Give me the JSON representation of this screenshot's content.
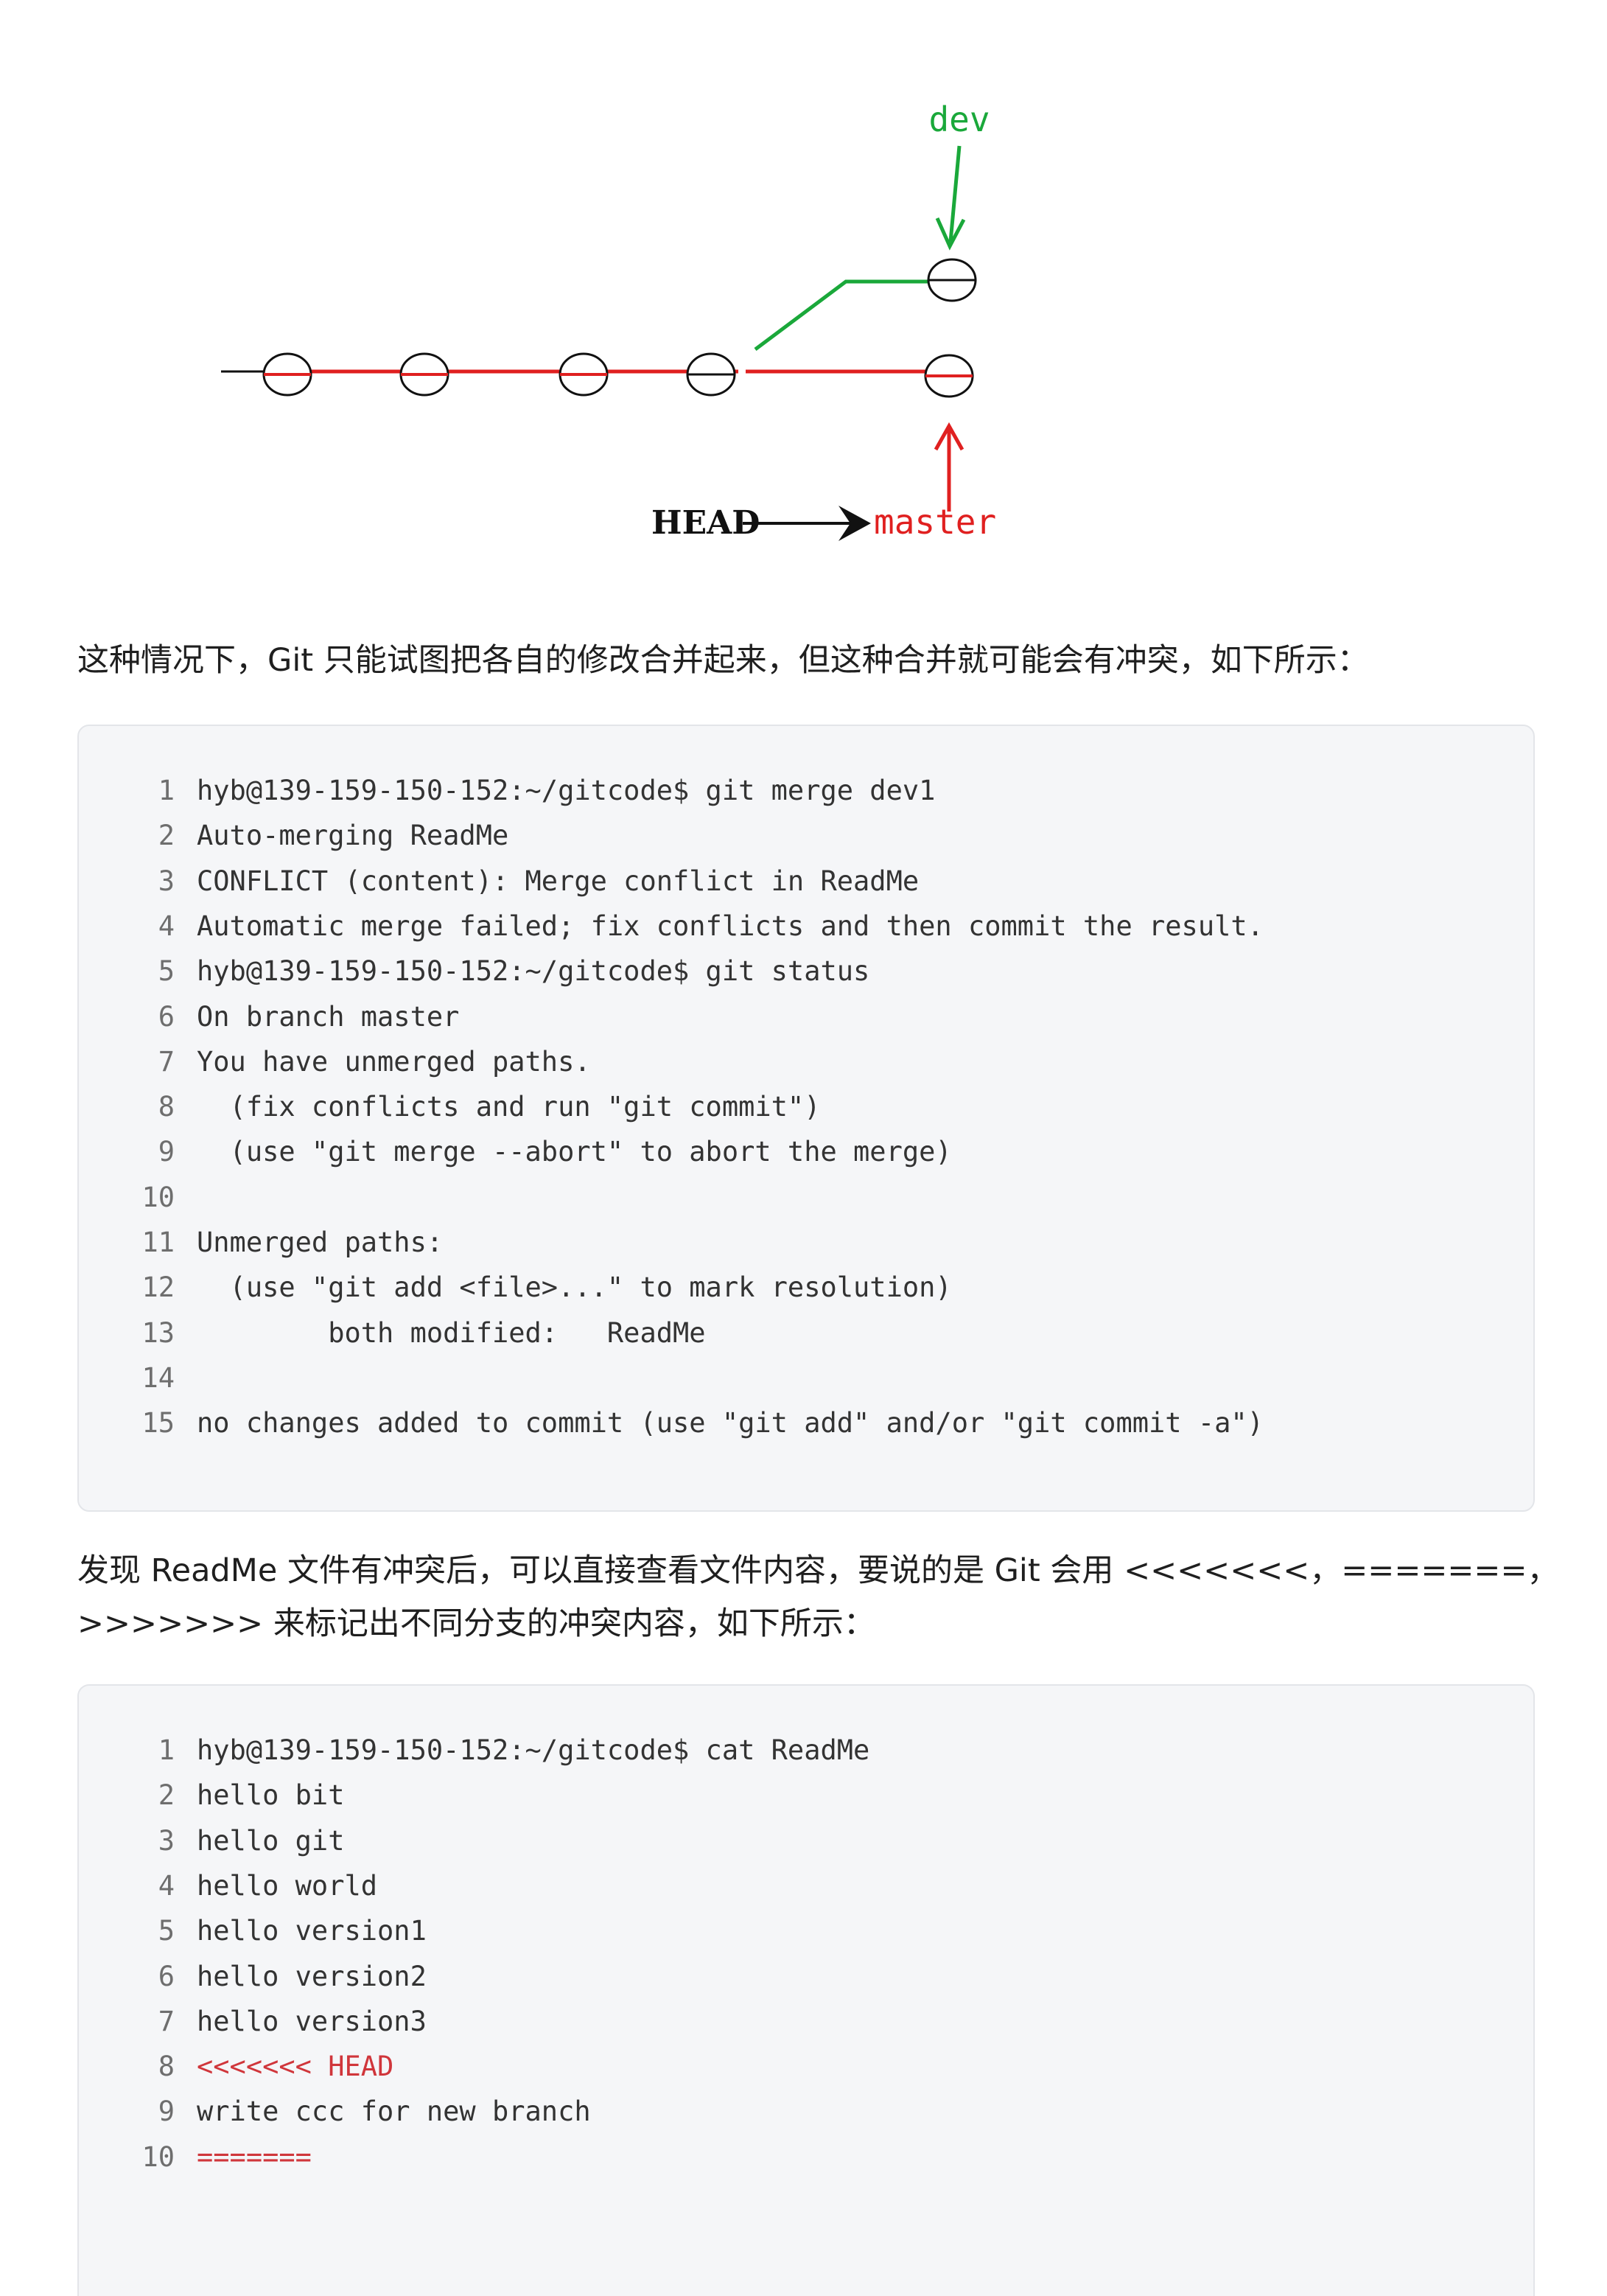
{
  "diagram": {
    "labels": {
      "dev": "dev",
      "head": "HEAD",
      "master": "master"
    },
    "colors": {
      "dev": "#1aa83a",
      "master": "#e02020",
      "ink": "#111111"
    }
  },
  "paragraph1": "这种情况下，Git 只能试图把各自的修改合并起来，但这种合并就可能会有冲突，如下所示：",
  "paragraph2": {
    "line1": "发现 ReadMe 文件有冲突后，可以直接查看文件内容，要说的是 Git 会用 <<<<<<<，=======，",
    "line2": ">>>>>>> 来标记出不同分支的冲突内容，如下所示："
  },
  "code_block_1": {
    "lines": [
      {
        "num": "1",
        "text": "hyb@139-159-150-152:~/gitcode$ git merge dev1"
      },
      {
        "num": "2",
        "text": "Auto-merging ReadMe"
      },
      {
        "num": "3",
        "text": "CONFLICT (content): Merge conflict in ReadMe"
      },
      {
        "num": "4",
        "text": "Automatic merge failed; fix conflicts and then commit the result."
      },
      {
        "num": "5",
        "text": "hyb@139-159-150-152:~/gitcode$ git status"
      },
      {
        "num": "6",
        "text": "On branch master"
      },
      {
        "num": "7",
        "text": "You have unmerged paths."
      },
      {
        "num": "8",
        "text": "  (fix conflicts and run \"git commit\")"
      },
      {
        "num": "9",
        "text": "  (use \"git merge --abort\" to abort the merge)"
      },
      {
        "num": "10",
        "text": ""
      },
      {
        "num": "11",
        "text": "Unmerged paths:"
      },
      {
        "num": "12",
        "text": "  (use \"git add <file>...\" to mark resolution)"
      },
      {
        "num": "13",
        "text": "        both modified:   ReadMe"
      },
      {
        "num": "14",
        "text": ""
      },
      {
        "num": "15",
        "text": "no changes added to commit (use \"git add\" and/or \"git commit -a\")"
      }
    ]
  },
  "code_block_2": {
    "marker_color": "#d0363b",
    "lines": [
      {
        "num": "1",
        "text": "hyb@139-159-150-152:~/gitcode$ cat ReadMe"
      },
      {
        "num": "2",
        "text": "hello bit"
      },
      {
        "num": "3",
        "text": "hello git"
      },
      {
        "num": "4",
        "text": "hello world"
      },
      {
        "num": "5",
        "text": "hello version1"
      },
      {
        "num": "6",
        "text": "hello version2"
      },
      {
        "num": "7",
        "text": "hello version3"
      },
      {
        "num": "8",
        "text": "<<<<<<< HEAD",
        "marker": true
      },
      {
        "num": "9",
        "text": "write ccc for new branch"
      },
      {
        "num": "10",
        "text": "=======",
        "marker": true
      }
    ]
  }
}
